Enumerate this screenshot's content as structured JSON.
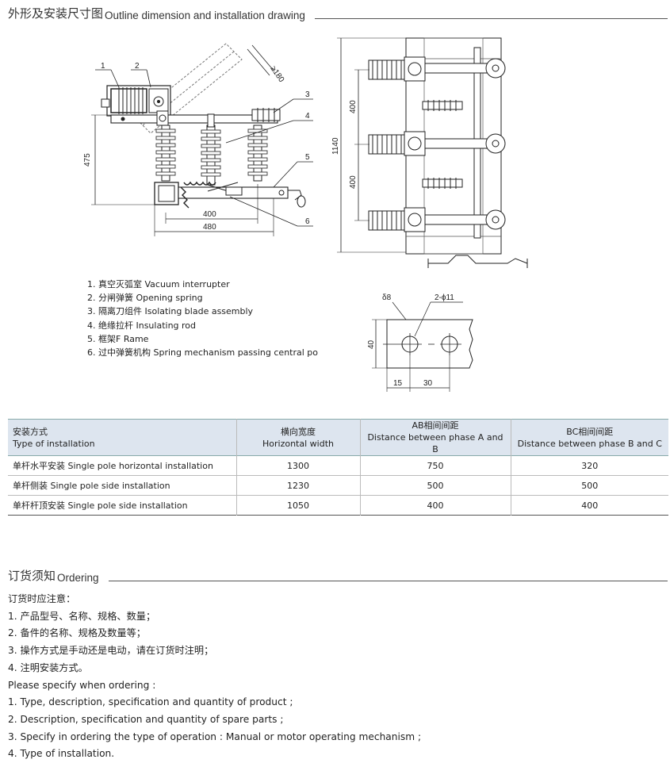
{
  "outline_section": {
    "title_cn": "外形及安装尺寸图",
    "title_en": "Outline dimension and installation drawing"
  },
  "drawing": {
    "side_view": {
      "callouts": [
        "1",
        "2",
        "3",
        "4",
        "5",
        "6"
      ],
      "dimensions": {
        "angle": "≥180",
        "height": "475",
        "width_a": "400",
        "width_b": "480"
      }
    },
    "front_view": {
      "dimensions": {
        "total": "1140",
        "upper": "400",
        "lower": "400"
      }
    },
    "plate_detail": {
      "thickness": "δ8",
      "holes": "2-ϕ11",
      "height": "40",
      "offset": "15",
      "spacing": "30"
    }
  },
  "parts_legend": [
    "1. 真空灭弧室 Vacuum interrupter",
    "2. 分闸弹簧 Opening spring",
    "3. 隔离刀组件 Isolating blade assembly",
    "4. 绝缘拉杆 Insulating rod",
    "5. 框架F Rame",
    "6. 过中弹簧机构 Spring mechanism passing central po"
  ],
  "install_table": {
    "headers": [
      {
        "cn": "安装方式",
        "en": "Type of installation"
      },
      {
        "cn": "横向宽度",
        "en": "Horizontal width"
      },
      {
        "cn": "AB相间间距",
        "en": "Distance between phase A and B"
      },
      {
        "cn": "BC相间间距",
        "en": "Distance between phase B and C"
      }
    ],
    "rows": [
      [
        "单杆水平安装 Single pole horizontal installation",
        "1300",
        "750",
        "320"
      ],
      [
        "单杆侧装 Single pole side installation",
        "1230",
        "500",
        "500"
      ],
      [
        "单杆杆顶安装 Single pole side installation",
        "1050",
        "400",
        "400"
      ]
    ]
  },
  "ordering_section": {
    "title_cn": "订货须知",
    "title_en": "Ordering",
    "lines": [
      "订货时应注意：",
      "1. 产品型号、名称、规格、数量；",
      "2. 备件的名称、规格及数量等；",
      "3. 操作方式是手动还是电动，请在订货时注明；",
      "4. 注明安装方式。",
      "Please specify when ordering :",
      "1. Type, description, specification and quantity of product ;",
      "2. Description, specification and quantity of spare parts ;",
      "3. Specify in ordering the type of operation : Manual or motor operating mechanism ;",
      "4. Type of installation."
    ]
  }
}
